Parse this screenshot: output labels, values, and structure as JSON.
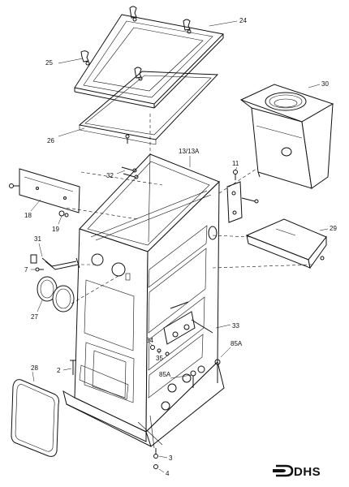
{
  "labels": {
    "p24": "24",
    "p25": "25",
    "p26": "26",
    "p30": "30",
    "p13": "13/13A",
    "p32": "32",
    "p11": "11",
    "p18": "18",
    "p19": "19",
    "p29": "29",
    "p31": "31",
    "p7": "7",
    "p27": "27",
    "p33": "33",
    "p34": "34",
    "p35": "35",
    "p85a1": "85A",
    "p85a2": "85A",
    "p2": "2",
    "p28": "28",
    "p3": "3",
    "p4": "4"
  },
  "logo": {
    "text": "DHS"
  }
}
